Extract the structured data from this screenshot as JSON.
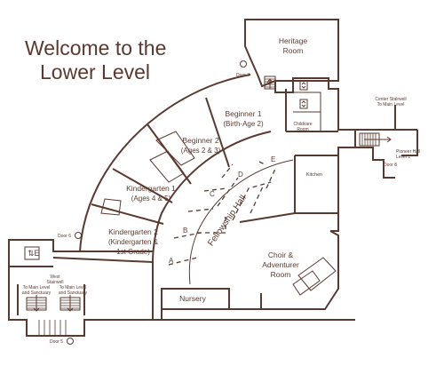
{
  "title": {
    "line1": "Welcome to the",
    "line2": "Lower Level"
  },
  "colors": {
    "ink": "#5a3a30",
    "background": "#ffffff"
  },
  "rooms": {
    "heritage": {
      "line1": "Heritage",
      "line2": "Room"
    },
    "beginner1": {
      "line1": "Beginner 1",
      "line2": "(Birth-Age 2)"
    },
    "beginner2": {
      "line1": "Beginner 2",
      "line2": "(Ages 2 & 3)"
    },
    "kinder1": {
      "line1": "Kindergarten 1",
      "line2": "(Ages 4 & 5)"
    },
    "kinder2": {
      "line1": "Kindergarten 2",
      "line2": "(Kindergarten &",
      "line3": "1st Grade)"
    },
    "nursery": "Nursery",
    "choir": {
      "line1": "Choir &",
      "line2": "Adventurer",
      "line3": "Room"
    },
    "kitchen": "Kitchen",
    "childcare": {
      "line1": "Childcare",
      "line2": "Room"
    },
    "fellowship": "Fellowship Hall"
  },
  "hall_markers": [
    "A",
    "B",
    "C",
    "D",
    "E"
  ],
  "doors": {
    "door5": "Door 5",
    "door6": "Door 6",
    "door7": "Door 7",
    "door8": "Door 8"
  },
  "stairs": {
    "center": {
      "line1": "Center Stairwell",
      "line2": "To Main Level"
    },
    "west": {
      "line1": "West",
      "line2": "Stairwell"
    },
    "west_left": {
      "line1": "To Main Level",
      "line2": "and Sanctuary"
    },
    "west_right": {
      "line1": "To Main Level",
      "line2": "and Sanctuary"
    },
    "pioneer": {
      "line1": "Pioneer Hall",
      "line2": "Level 1"
    }
  },
  "icons": [
    "accessible-icon",
    "elevator-icon",
    "stairs-icon",
    "restroom-icon"
  ]
}
